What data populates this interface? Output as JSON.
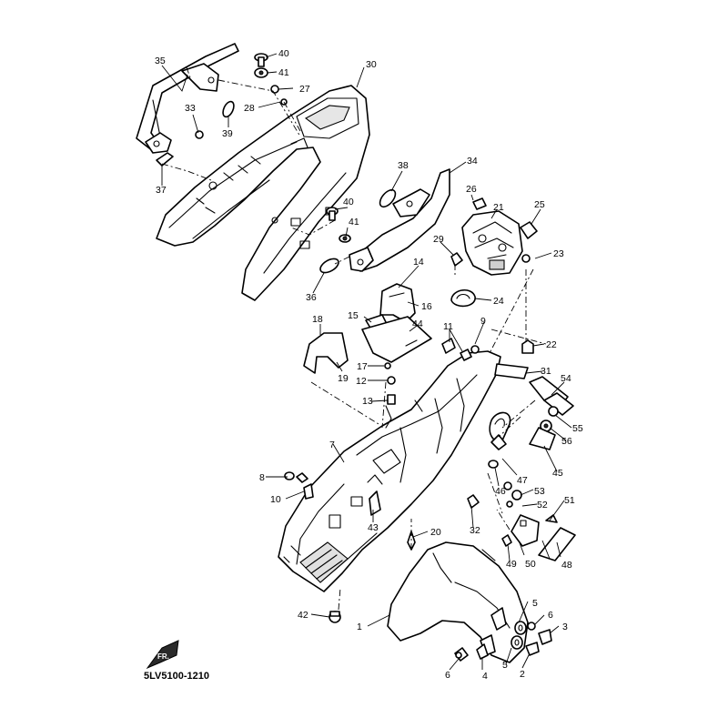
{
  "diagram_code": "5LV5100-1210",
  "front_mark": "FR.",
  "callouts": [
    {
      "id": "c1",
      "label": "1"
    },
    {
      "id": "c2",
      "label": "2"
    },
    {
      "id": "c3",
      "label": "3"
    },
    {
      "id": "c4",
      "label": "4"
    },
    {
      "id": "c5a",
      "label": "5"
    },
    {
      "id": "c5b",
      "label": "5"
    },
    {
      "id": "c6a",
      "label": "6"
    },
    {
      "id": "c6b",
      "label": "6"
    },
    {
      "id": "c7",
      "label": "7"
    },
    {
      "id": "c8",
      "label": "8"
    },
    {
      "id": "c9",
      "label": "9"
    },
    {
      "id": "c10",
      "label": "10"
    },
    {
      "id": "c11",
      "label": "11"
    },
    {
      "id": "c12",
      "label": "12"
    },
    {
      "id": "c13",
      "label": "13"
    },
    {
      "id": "c14",
      "label": "14"
    },
    {
      "id": "c15",
      "label": "15"
    },
    {
      "id": "c16",
      "label": "16"
    },
    {
      "id": "c17",
      "label": "17"
    },
    {
      "id": "c18",
      "label": "18"
    },
    {
      "id": "c19",
      "label": "19"
    },
    {
      "id": "c20",
      "label": "20"
    },
    {
      "id": "c21",
      "label": "21"
    },
    {
      "id": "c22",
      "label": "22"
    },
    {
      "id": "c23",
      "label": "23"
    },
    {
      "id": "c24",
      "label": "24"
    },
    {
      "id": "c25",
      "label": "25"
    },
    {
      "id": "c26",
      "label": "26"
    },
    {
      "id": "c27",
      "label": "27"
    },
    {
      "id": "c28",
      "label": "28"
    },
    {
      "id": "c29",
      "label": "29"
    },
    {
      "id": "c30",
      "label": "30"
    },
    {
      "id": "c31",
      "label": "31"
    },
    {
      "id": "c32",
      "label": "32"
    },
    {
      "id": "c33",
      "label": "33"
    },
    {
      "id": "c34",
      "label": "34"
    },
    {
      "id": "c35",
      "label": "35"
    },
    {
      "id": "c36",
      "label": "36"
    },
    {
      "id": "c37",
      "label": "37"
    },
    {
      "id": "c38",
      "label": "38"
    },
    {
      "id": "c39",
      "label": "39"
    },
    {
      "id": "c40a",
      "label": "40"
    },
    {
      "id": "c40b",
      "label": "40"
    },
    {
      "id": "c41a",
      "label": "41"
    },
    {
      "id": "c41b",
      "label": "41"
    },
    {
      "id": "c42",
      "label": "42"
    },
    {
      "id": "c43",
      "label": "43"
    },
    {
      "id": "c44",
      "label": "44"
    },
    {
      "id": "c45",
      "label": "45"
    },
    {
      "id": "c46",
      "label": "46"
    },
    {
      "id": "c47",
      "label": "47"
    },
    {
      "id": "c48",
      "label": "48"
    },
    {
      "id": "c49",
      "label": "49"
    },
    {
      "id": "c50",
      "label": "50"
    },
    {
      "id": "c51",
      "label": "51"
    },
    {
      "id": "c52",
      "label": "52"
    },
    {
      "id": "c53",
      "label": "53"
    },
    {
      "id": "c54",
      "label": "54"
    },
    {
      "id": "c55",
      "label": "55"
    },
    {
      "id": "c56",
      "label": "56"
    }
  ]
}
